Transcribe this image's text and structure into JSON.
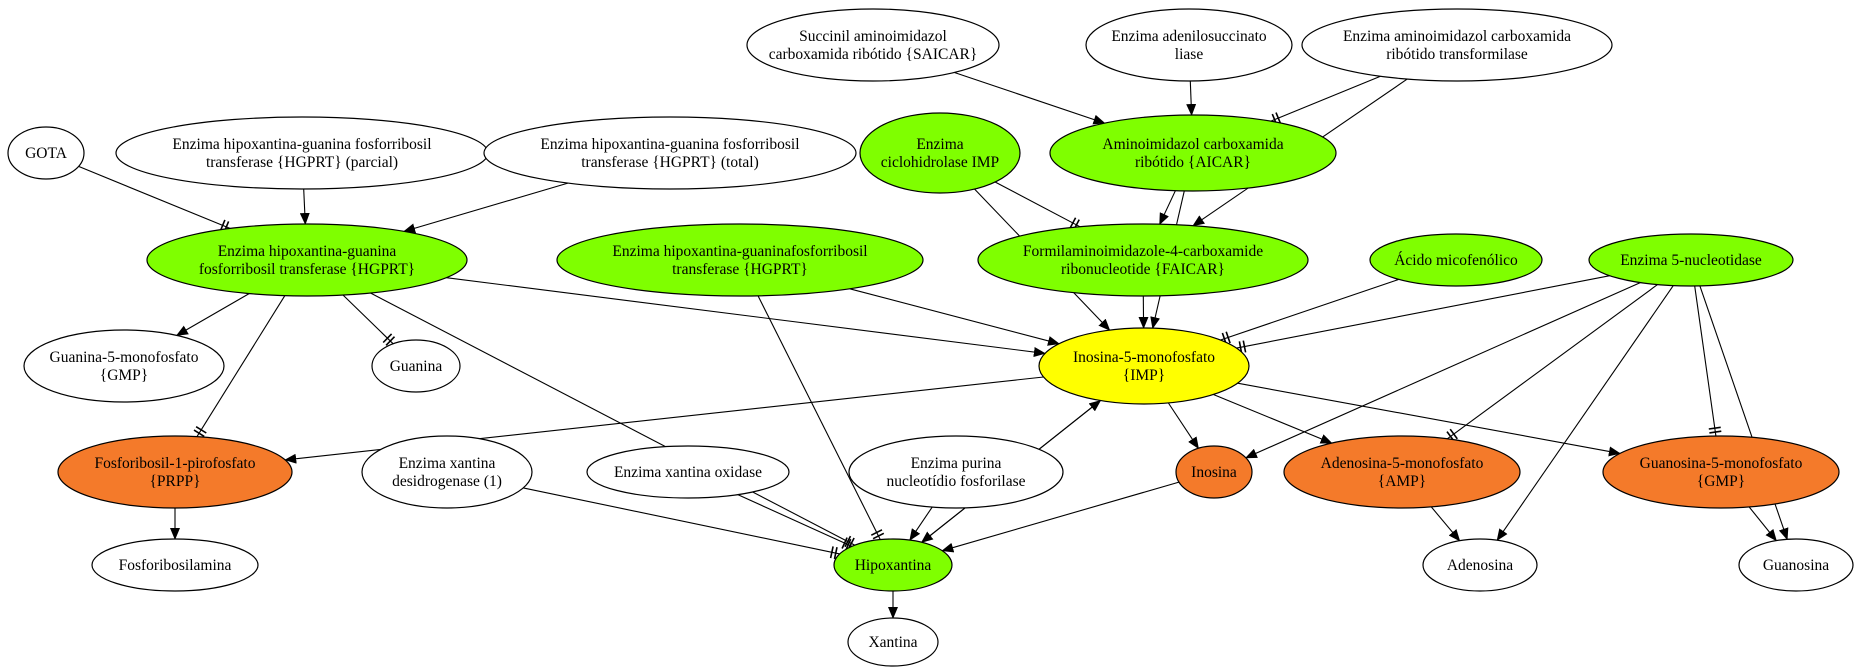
{
  "colors": {
    "white": "#ffffff",
    "green": "#7fff00",
    "yellow": "#ffff00",
    "orange": "#f47a2a",
    "stroke": "#000000"
  },
  "nodes": [
    {
      "id": "saicar",
      "lines": [
        "Succinil aminoimidazol",
        "carboxamida ribótido {SAICAR}"
      ],
      "color": "white"
    },
    {
      "id": "adenilosuccinato",
      "lines": [
        "Enzima adenilosuccinato",
        "liase"
      ],
      "color": "white"
    },
    {
      "id": "transformilase",
      "lines": [
        "Enzima aminoimidazol carboxamida",
        "ribótido transformilase"
      ],
      "color": "white"
    },
    {
      "id": "gota",
      "lines": [
        "GOTA"
      ],
      "color": "white"
    },
    {
      "id": "hgprt_parcial",
      "lines": [
        "Enzima hipoxantina-guanina fosforribosil",
        "transferase {HGPRT} (parcial)"
      ],
      "color": "white"
    },
    {
      "id": "hgprt_total",
      "lines": [
        "Enzima hipoxantina-guanina fosforribosil",
        "transferase {HGPRT} (total)"
      ],
      "color": "white"
    },
    {
      "id": "ciclohidrolase",
      "lines": [
        "Enzima",
        "ciclohidrolase IMP"
      ],
      "color": "green"
    },
    {
      "id": "aicar",
      "lines": [
        "Aminoimidazol carboxamida",
        "ribótido {AICAR}"
      ],
      "color": "green"
    },
    {
      "id": "hgprt_a",
      "lines": [
        "Enzima hipoxantina-guanina",
        "fosforribosil transferase {HGPRT}"
      ],
      "color": "green"
    },
    {
      "id": "hgprt_b",
      "lines": [
        "Enzima hipoxantina-guaninafosforribosil",
        "transferase {HGPRT}"
      ],
      "color": "green"
    },
    {
      "id": "faicar",
      "lines": [
        "Formilaminoimidazole-4-carboxamide",
        "ribonucleotide {FAICAR}"
      ],
      "color": "green"
    },
    {
      "id": "micofenolico",
      "lines": [
        "Ácido micofenólico"
      ],
      "color": "green"
    },
    {
      "id": "nucleotidase",
      "lines": [
        "Enzima 5-nucleotidase"
      ],
      "color": "green"
    },
    {
      "id": "gmp_white",
      "lines": [
        "Guanina-5-monofosfato",
        "{GMP}"
      ],
      "color": "white"
    },
    {
      "id": "guanina",
      "lines": [
        "Guanina"
      ],
      "color": "white"
    },
    {
      "id": "imp",
      "lines": [
        "Inosina-5-monofosfato",
        "{IMP}"
      ],
      "color": "yellow"
    },
    {
      "id": "prpp",
      "lines": [
        "Fosforibosil-1-pirofosfato",
        "{PRPP}"
      ],
      "color": "orange"
    },
    {
      "id": "xantina_desidrogenase",
      "lines": [
        "Enzima xantina",
        "desidrogenase (1)"
      ],
      "color": "white"
    },
    {
      "id": "xantina_oxidase",
      "lines": [
        "Enzima xantina oxidase"
      ],
      "color": "white"
    },
    {
      "id": "purina_fosforilase",
      "lines": [
        "Enzima purina",
        "nucleotídio fosforilase"
      ],
      "color": "white"
    },
    {
      "id": "inosina",
      "lines": [
        "Inosina"
      ],
      "color": "orange"
    },
    {
      "id": "amp",
      "lines": [
        "Adenosina-5-monofosfato",
        "{AMP}"
      ],
      "color": "orange"
    },
    {
      "id": "gmp_orange",
      "lines": [
        "Guanosina-5-monofosfato",
        "{GMP}"
      ],
      "color": "orange"
    },
    {
      "id": "fosforibosilamina",
      "lines": [
        "Fosforibosilamina"
      ],
      "color": "white"
    },
    {
      "id": "hipoxantina",
      "lines": [
        "Hipoxantina"
      ],
      "color": "green"
    },
    {
      "id": "adenosina",
      "lines": [
        "Adenosina"
      ],
      "color": "white"
    },
    {
      "id": "guanosina",
      "lines": [
        "Guanosina"
      ],
      "color": "white"
    },
    {
      "id": "xantina",
      "lines": [
        "Xantina"
      ],
      "color": "white"
    }
  ],
  "edges": [
    {
      "from": "saicar",
      "to": "aicar",
      "type": "arrow"
    },
    {
      "from": "adenilosuccinato",
      "to": "aicar",
      "type": "arrow"
    },
    {
      "from": "transformilase",
      "to": "aicar",
      "type": "tee"
    },
    {
      "from": "transformilase",
      "to": "faicar",
      "type": "arrow"
    },
    {
      "from": "gota",
      "to": "hgprt_a",
      "type": "tee"
    },
    {
      "from": "hgprt_parcial",
      "to": "hgprt_a",
      "type": "arrow"
    },
    {
      "from": "hgprt_total",
      "to": "hgprt_a",
      "type": "arrow"
    },
    {
      "from": "ciclohidrolase",
      "to": "faicar",
      "type": "tee"
    },
    {
      "from": "ciclohidrolase",
      "to": "imp",
      "type": "arrow"
    },
    {
      "from": "aicar",
      "to": "faicar",
      "type": "arrow"
    },
    {
      "from": "aicar",
      "to": "imp",
      "type": "arrow"
    },
    {
      "from": "faicar",
      "to": "imp",
      "type": "arrow"
    },
    {
      "from": "hgprt_a",
      "to": "gmp_white",
      "type": "arrow"
    },
    {
      "from": "hgprt_a",
      "to": "guanina",
      "type": "tee"
    },
    {
      "from": "hgprt_a",
      "to": "prpp",
      "type": "tee"
    },
    {
      "from": "hgprt_a",
      "to": "hipoxantina",
      "type": "tee"
    },
    {
      "from": "hgprt_a",
      "to": "imp",
      "type": "arrow"
    },
    {
      "from": "hgprt_b",
      "to": "imp",
      "type": "arrow"
    },
    {
      "from": "hgprt_b",
      "to": "hipoxantina",
      "type": "tee"
    },
    {
      "from": "micofenolico",
      "to": "imp",
      "type": "tee"
    },
    {
      "from": "nucleotidase",
      "to": "imp",
      "type": "tee"
    },
    {
      "from": "nucleotidase",
      "to": "inosina",
      "type": "arrow"
    },
    {
      "from": "nucleotidase",
      "to": "amp",
      "type": "tee"
    },
    {
      "from": "nucleotidase",
      "to": "gmp_orange",
      "type": "tee"
    },
    {
      "from": "nucleotidase",
      "to": "adenosina",
      "type": "arrow"
    },
    {
      "from": "nucleotidase",
      "to": "guanosina",
      "type": "arrow"
    },
    {
      "from": "imp",
      "to": "prpp",
      "type": "arrow"
    },
    {
      "from": "imp",
      "to": "inosina",
      "type": "arrow"
    },
    {
      "from": "imp",
      "to": "amp",
      "type": "arrow"
    },
    {
      "from": "imp",
      "to": "gmp_orange",
      "type": "arrow"
    },
    {
      "from": "imp",
      "to": "hipoxantina",
      "type": "arrow"
    },
    {
      "from": "hipoxantina",
      "to": "imp",
      "type": "arrow"
    },
    {
      "from": "prpp",
      "to": "fosforibosilamina",
      "type": "arrow"
    },
    {
      "from": "xantina_desidrogenase",
      "to": "hipoxantina",
      "type": "tee"
    },
    {
      "from": "xantina_oxidase",
      "to": "hipoxantina",
      "type": "tee"
    },
    {
      "from": "purina_fosforilase",
      "to": "hipoxantina",
      "type": "arrow"
    },
    {
      "from": "inosina",
      "to": "hipoxantina",
      "type": "arrow"
    },
    {
      "from": "amp",
      "to": "adenosina",
      "type": "arrow"
    },
    {
      "from": "gmp_orange",
      "to": "guanosina",
      "type": "arrow"
    },
    {
      "from": "hipoxantina",
      "to": "xantina",
      "type": "arrow"
    }
  ]
}
